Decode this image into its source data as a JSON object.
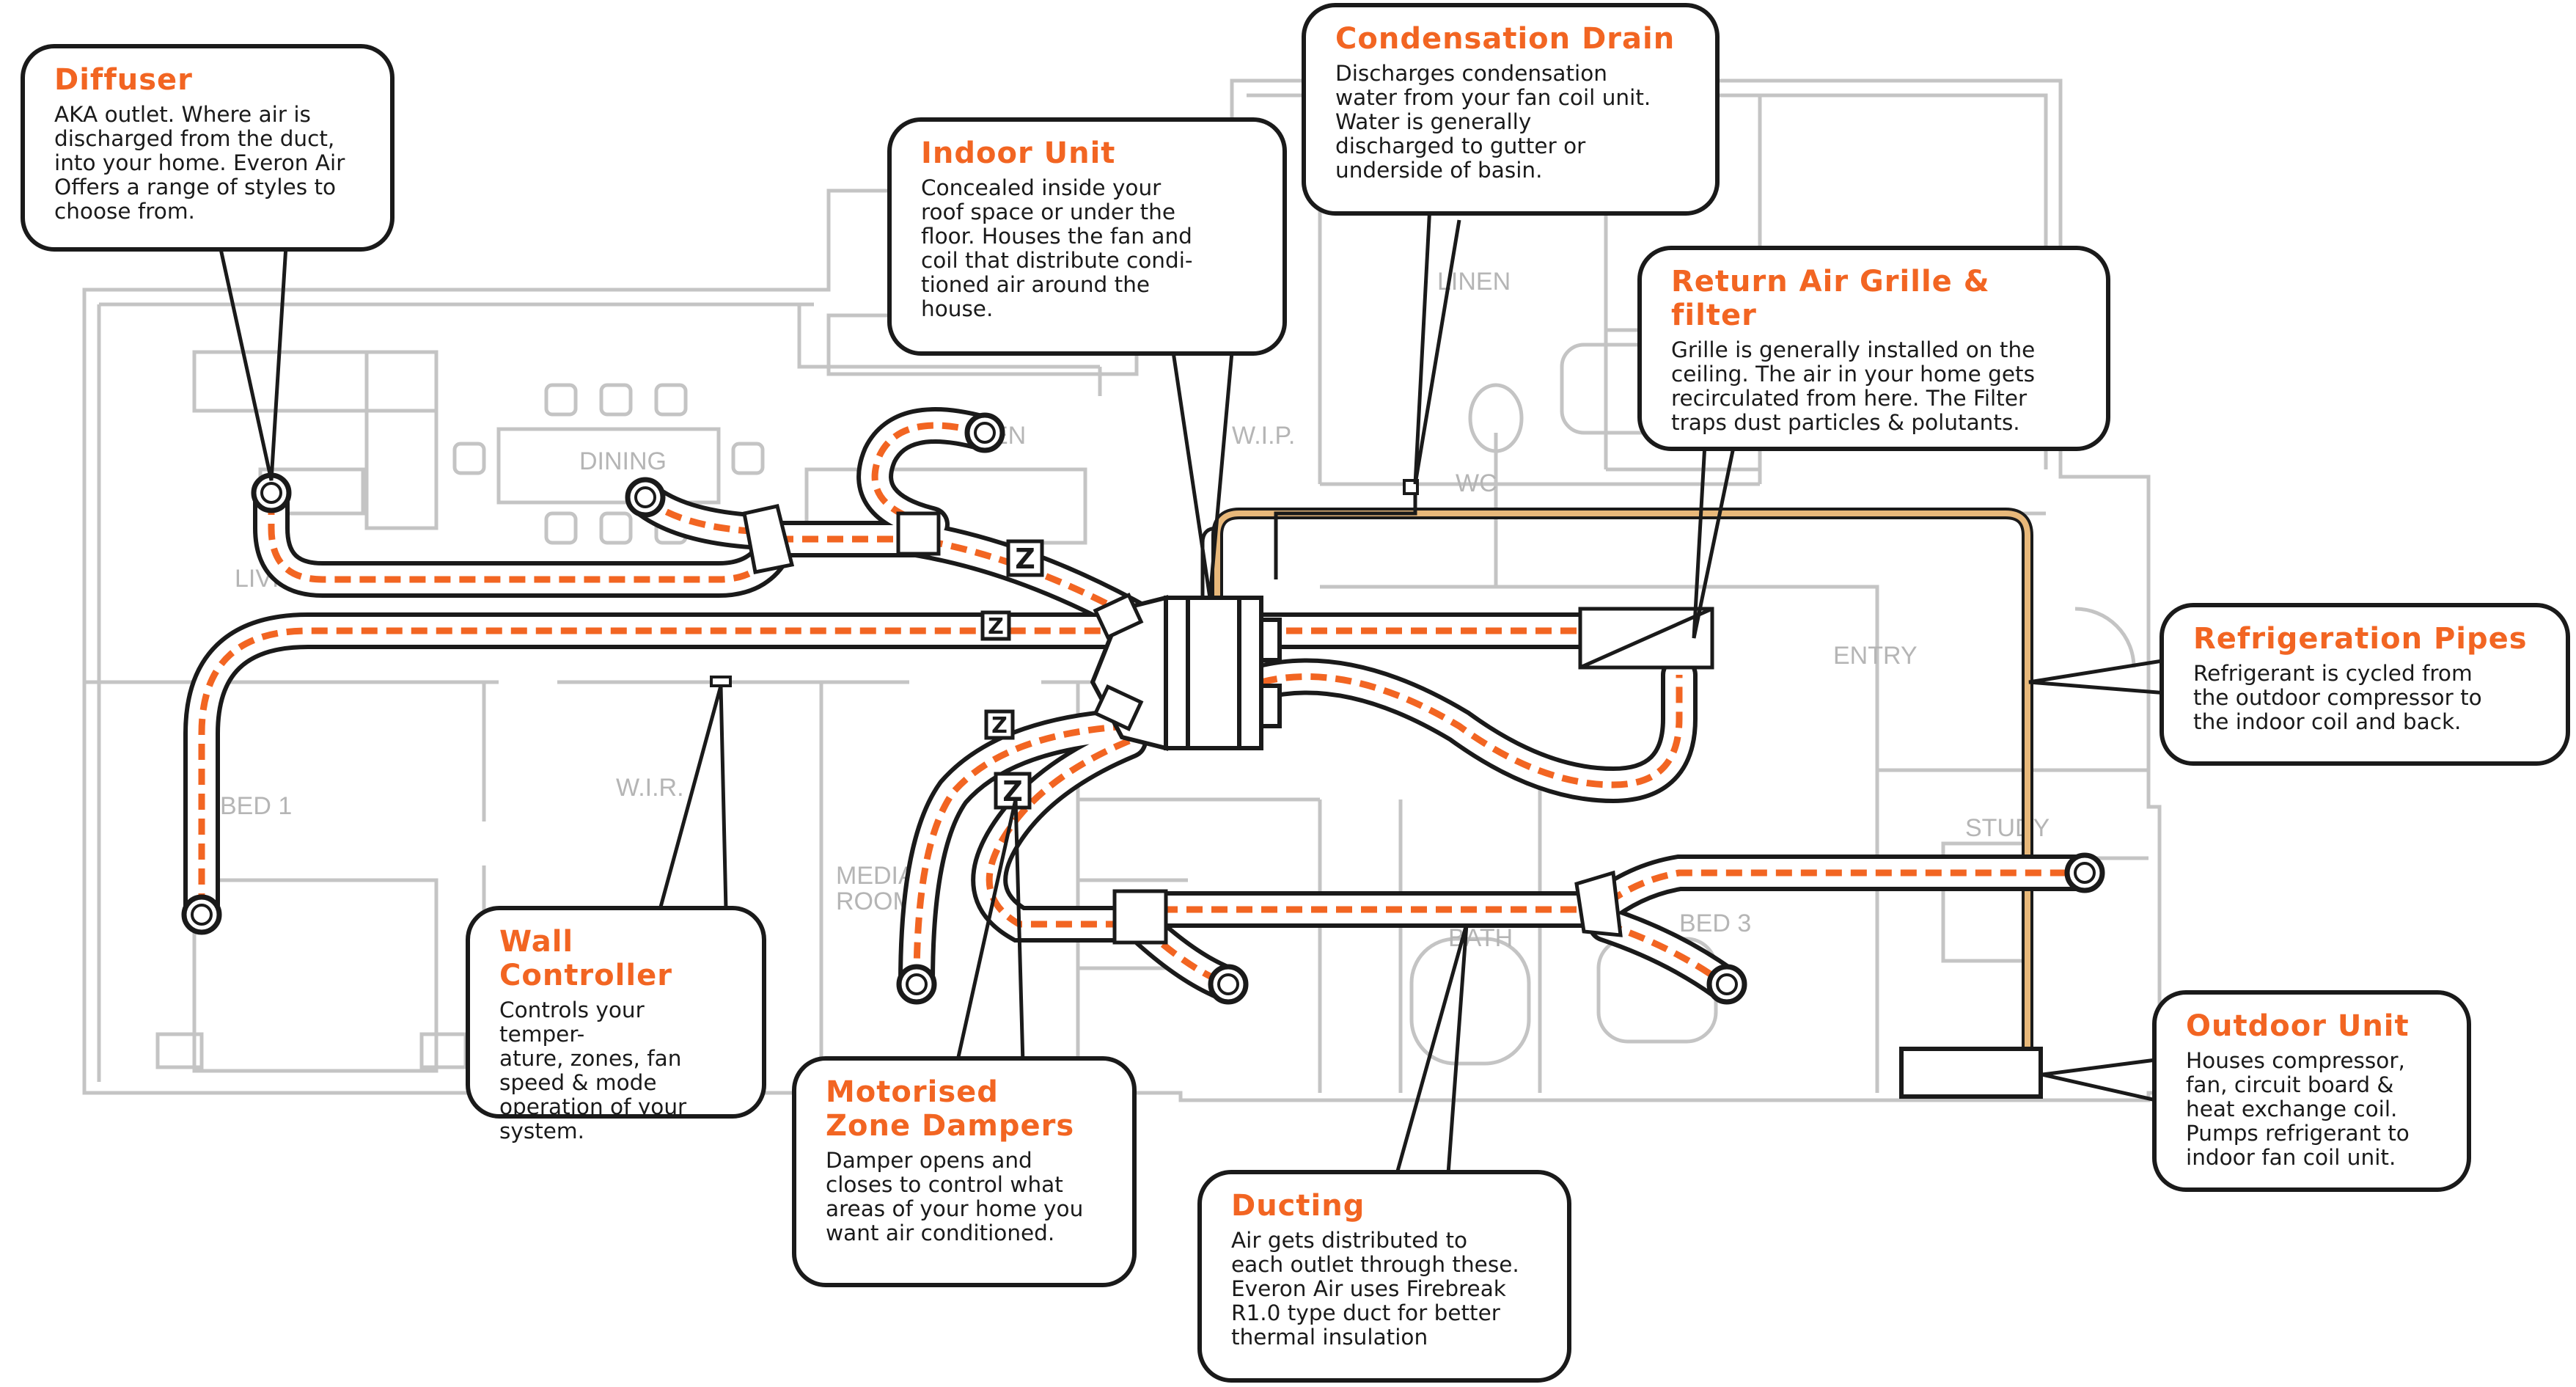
{
  "rooms": {
    "dining": "DINING",
    "kitchen": "KITCHEN",
    "living": "LIVING",
    "wip": "W.I.P.",
    "wc": "WC",
    "linen": "LINEN",
    "entry": "ENTRY",
    "bed1": "BED 1",
    "wir": "W.I.R.",
    "media": "MEDIA",
    "media2": "ROOM",
    "study": "STUDY",
    "bed3": "BED 3",
    "bath": "BATH"
  },
  "callouts": {
    "diffuser": {
      "title": "Diffuser",
      "lines": [
        "AKA outlet. Where air is",
        "discharged from the duct,",
        "into your home. Everon Air",
        "Offers a range of styles to",
        "choose from."
      ]
    },
    "indoor_unit": {
      "title": "Indoor Unit",
      "lines": [
        "Concealed inside your",
        "roof space or under the",
        "floor. Houses the fan and",
        "coil that distribute condi-",
        "tioned air around the",
        "house."
      ]
    },
    "condensation_drain": {
      "title": "Condensation Drain",
      "lines": [
        "Discharges condensation",
        "water from your fan coil unit.",
        "Water is generally",
        "discharged to gutter or",
        "underside of basin."
      ]
    },
    "return_air": {
      "title": "Return Air Grille & filter",
      "lines": [
        "Grille is generally installed on the",
        "ceiling. The air in your home gets",
        "recirculated from here. The Filter",
        "traps dust particles & polutants."
      ]
    },
    "refrigeration_pipes": {
      "title": "Refrigeration Pipes",
      "lines": [
        "Refrigerant is cycled from",
        "the outdoor compressor to",
        "the indoor coil and back."
      ]
    },
    "wall_controller": {
      "title": "Wall Controller",
      "lines": [
        "Controls your temper-",
        "ature, zones, fan",
        "speed & mode",
        "operation of your",
        "system."
      ]
    },
    "zone_dampers": {
      "title": "Motorised Zone Dampers",
      "lines": [
        "Damper opens and",
        "closes to control what",
        "areas of your home you",
        "want air conditioned."
      ]
    },
    "ducting": {
      "title": "Ducting",
      "lines": [
        "Air gets distributed to",
        "each outlet through these.",
        "Everon Air uses Firebreak",
        "R1.0 type duct for better",
        "thermal insulation"
      ]
    },
    "outdoor_unit": {
      "title": "Outdoor Unit",
      "lines": [
        "Houses compressor,",
        "fan, circuit board &",
        "heat exchange coil.",
        "Pumps refrigerant to",
        "indoor fan coil unit."
      ]
    }
  },
  "damper_symbol": "Z",
  "colors": {
    "accent": "#f26522",
    "outline": "#1a1a1a",
    "floorplan": "#c4c4c4",
    "pipe": "#e8b87a"
  }
}
